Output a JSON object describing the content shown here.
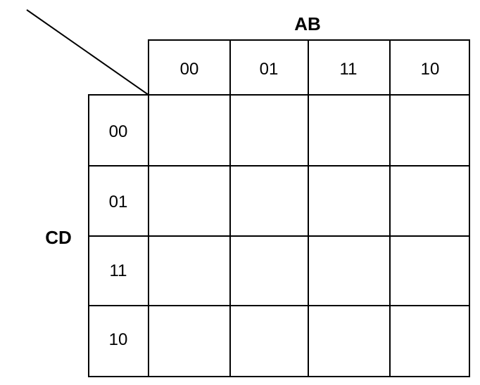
{
  "diagram": {
    "column_variable": "AB",
    "row_variable": "CD",
    "column_codes": [
      "00",
      "01",
      "11",
      "10"
    ],
    "row_codes": [
      "00",
      "01",
      "11",
      "10"
    ],
    "cells": [
      [
        "",
        "",
        "",
        ""
      ],
      [
        "",
        "",
        "",
        ""
      ],
      [
        "",
        "",
        "",
        ""
      ],
      [
        "",
        "",
        "",
        ""
      ]
    ]
  }
}
